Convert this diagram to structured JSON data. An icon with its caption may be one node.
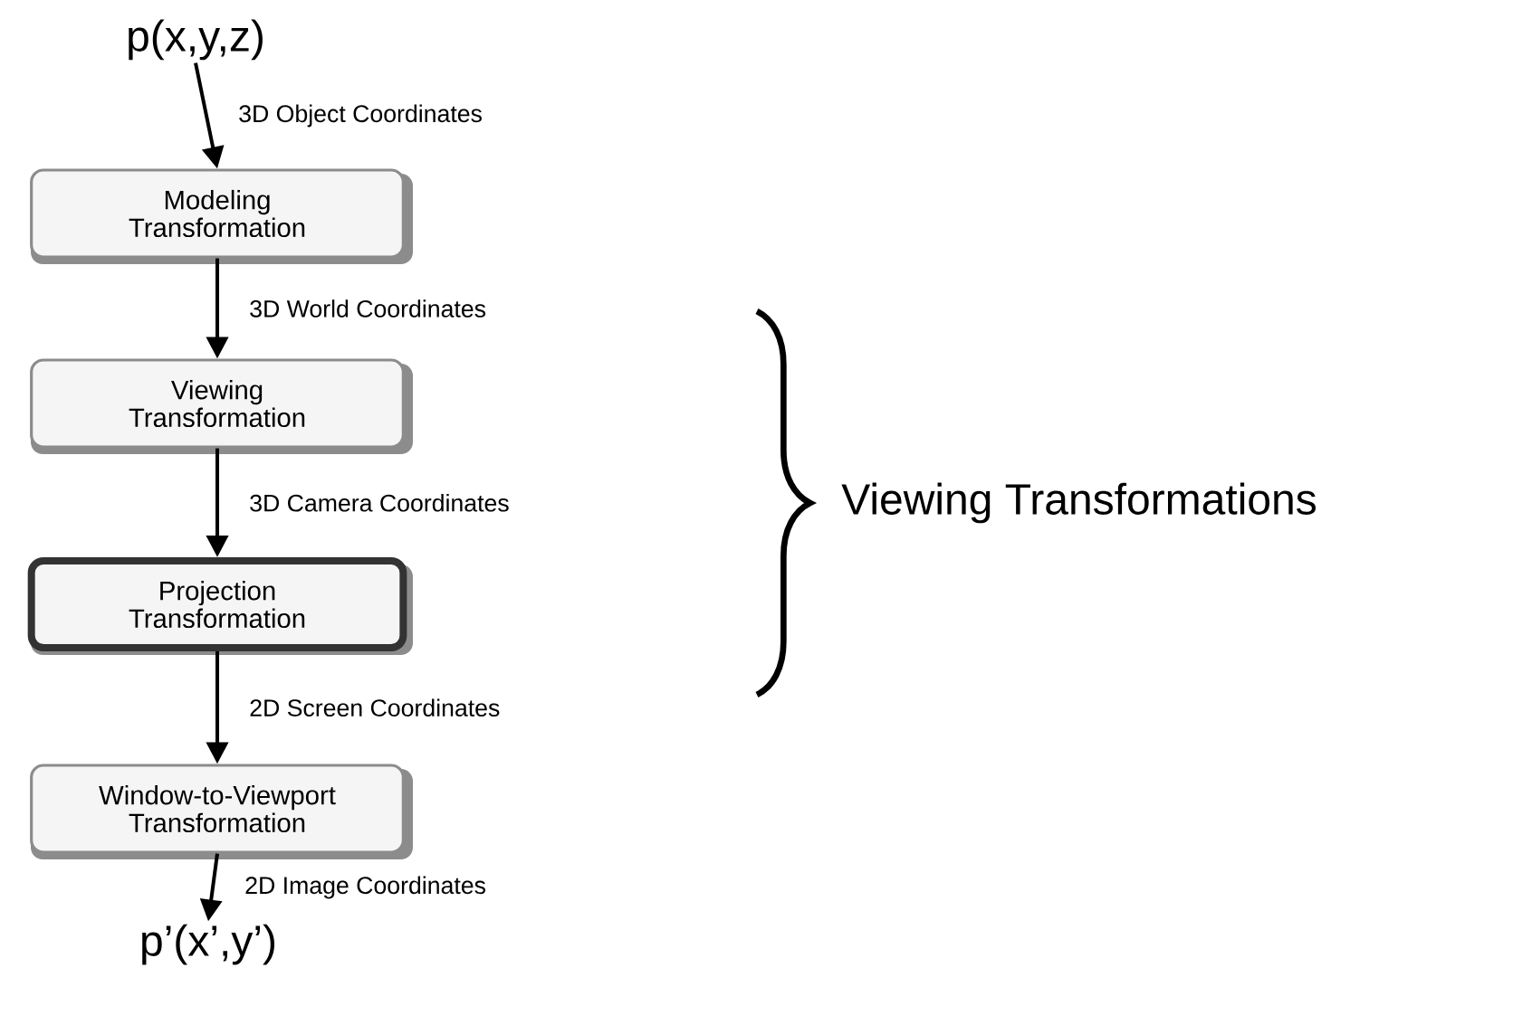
{
  "diagram": {
    "nodes": [
      {
        "text": [
          "p(x,y,z)"
        ]
      },
      {
        "text": [
          "Modeling Transformation"
        ]
      },
      {
        "text": [
          "Viewing Transformation"
        ]
      },
      {
        "text": [
          "Projection Transformation"
        ]
      },
      {
        "text": [
          "Window-to-Viewport Transformation"
        ]
      },
      {
        "text": [
          "p’(x’,y’)"
        ]
      }
    ],
    "edges": [
      {
        "from": 0,
        "to": 1,
        "arrow": "to",
        "label": "3D Object Coordinates"
      },
      {
        "from": 1,
        "to": 2,
        "arrow": "to",
        "label": "3D World Coordinates"
      },
      {
        "from": 2,
        "to": 3,
        "arrow": "to",
        "label": "3D Camera Coordinates"
      },
      {
        "from": 3,
        "to": 4,
        "arrow": "to",
        "label": "2D Screen Coordinates"
      },
      {
        "from": 4,
        "to": 5,
        "arrow": "to",
        "label": "2D Image Coordinates"
      }
    ],
    "labels": [
      "Viewing Transformations"
    ]
  }
}
